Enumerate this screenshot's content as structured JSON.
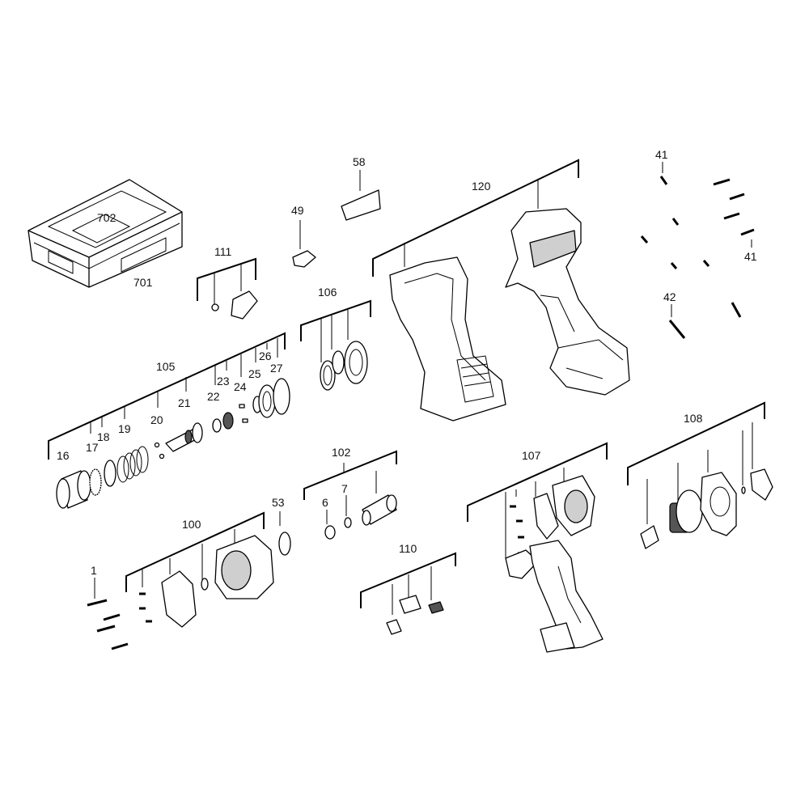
{
  "labels": {
    "l702": "702",
    "l701": "701",
    "l111": "111",
    "l49": "49",
    "l58": "58",
    "l120": "120",
    "l41a": "41",
    "l41b": "41",
    "l42": "42",
    "l106": "106",
    "l105": "105",
    "l16": "16",
    "l17": "17",
    "l18": "18",
    "l19": "19",
    "l20": "20",
    "l21": "21",
    "l22": "22",
    "l23": "23",
    "l24": "24",
    "l25": "25",
    "l26": "26",
    "l27": "27",
    "l102": "102",
    "l6": "6",
    "l7": "7",
    "l107": "107",
    "l108": "108",
    "l53": "53",
    "l100": "100",
    "l1": "1",
    "l110": "110"
  }
}
